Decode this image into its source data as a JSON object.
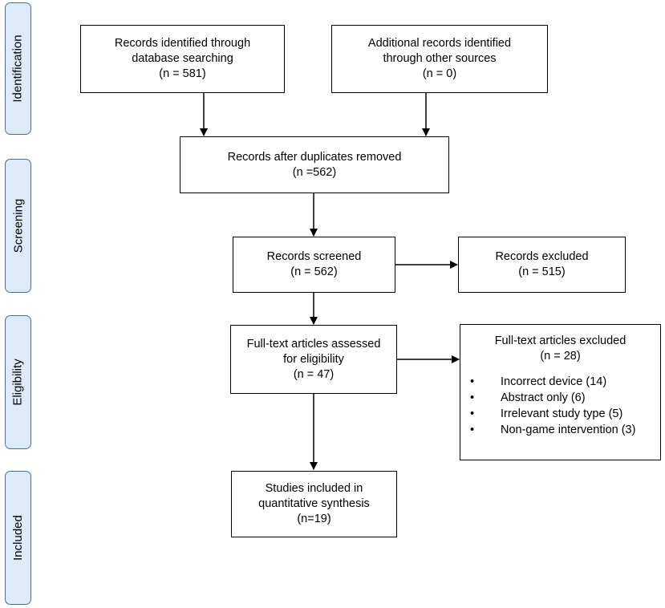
{
  "stages": {
    "identification": "Identification",
    "screening": "Screening",
    "eligibility": "Eligibility",
    "included": "Included"
  },
  "boxes": {
    "database": {
      "line1": "Records identified through",
      "line2": "database searching",
      "line3": "(n = 581)"
    },
    "other": {
      "line1": "Additional records identified",
      "line2": "through other sources",
      "line3": "(n = 0)"
    },
    "duplicates": {
      "line1": "Records after duplicates removed",
      "line2": "(n =562)"
    },
    "screened": {
      "line1": "Records screened",
      "line2": "(n = 562)"
    },
    "excluded": {
      "line1": "Records excluded",
      "line2": "(n = 515)"
    },
    "fulltext": {
      "line1": "Full-text articles assessed",
      "line2": "for eligibility",
      "line3": "(n = 47)"
    },
    "fulltext_excluded": {
      "line1": "Full-text articles excluded",
      "line2": "(n = 28)",
      "reasons": [
        "Incorrect device (14)",
        "Abstract only (6)",
        "Irrelevant study type (5)",
        "Non-game intervention (3)"
      ]
    },
    "included": {
      "line1": "Studies included in",
      "line2": "quantitative synthesis",
      "line3": "(n=19)"
    }
  }
}
